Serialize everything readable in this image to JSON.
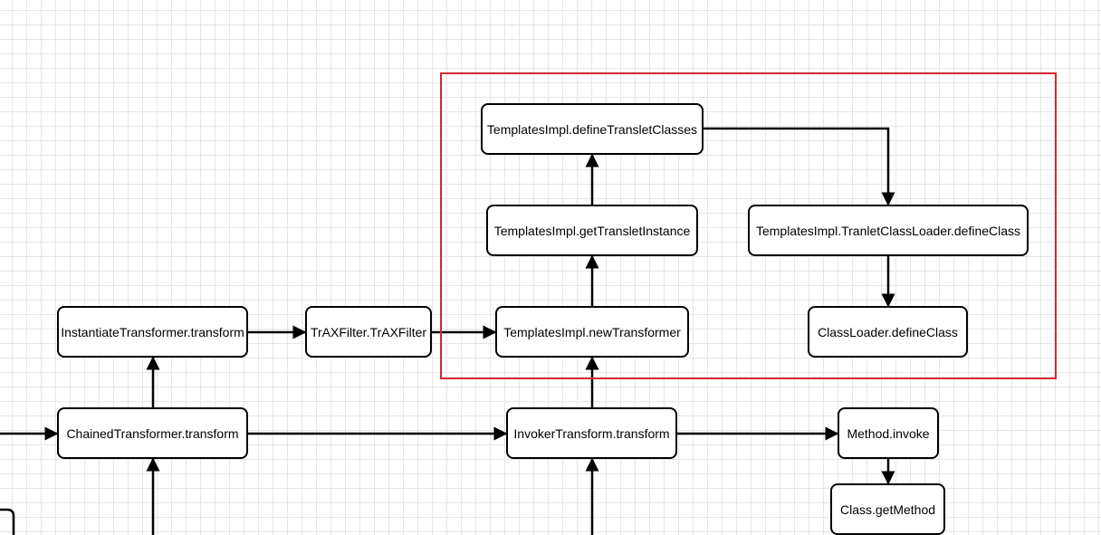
{
  "diagram": {
    "nodes": {
      "templates_define_translet_classes": "TemplatesImpl.defineTransletClasses",
      "templates_get_translet_instance": "TemplatesImpl.getTransletInstance",
      "tranlet_classloader_define_class": "TemplatesImpl.TranletClassLoader.defineClass",
      "instantiate_transformer_transform": "InstantiateTransformer.transform",
      "trax_filter": "TrAXFilter.TrAXFilter",
      "templates_new_transformer": "TemplatesImpl.newTransformer",
      "classloader_define_class": "ClassLoader.defineClass",
      "chained_transformer_transform": "ChainedTransformer.transform",
      "invoker_transform_transform": "InvokerTransform.transform",
      "method_invoke": "Method.invoke",
      "class_get_method": "Class.getMethod"
    },
    "colors": {
      "highlight_frame": "#d7262e",
      "node_border": "#000000",
      "node_fill": "#ffffff",
      "connector": "#000000",
      "grid": "#e6e6e6"
    }
  }
}
